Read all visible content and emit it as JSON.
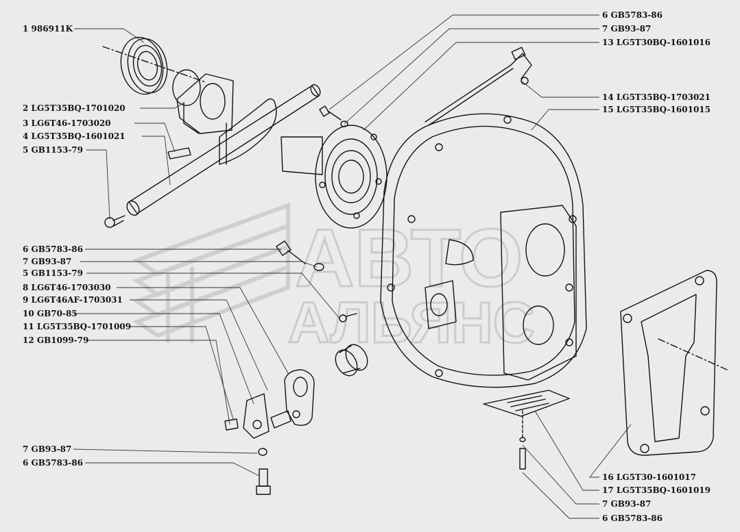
{
  "colors": {
    "background": "#ebebeb",
    "ink": "#111111",
    "watermark": "#cfcfcf"
  },
  "watermark": {
    "line1": "АВТО",
    "line2": "АЛЬЯНС"
  },
  "labels_left": [
    "1 986911K",
    "2 LG5T35BQ-1701020",
    "3 LG6T46-1703020",
    "4 LG5T35BQ-1601021",
    "5 GB1153-79",
    "6 GB5783-86",
    "7 GB93-87",
    "5 GB1153-79",
    "8 LG6T46-1703030",
    "9 LG6T46AF-1703031",
    "10 GB70-85",
    "11 LG5T35BQ-1701009",
    "12 GB1099-79",
    "7 GB93-87",
    "6 GB5783-86"
  ],
  "labels_right": [
    "6 GB5783-86",
    "7 GB93-87",
    "13 LG5T30BQ-1601016",
    "14 LG5T35BQ-1703021",
    "15 LG5T35BQ-1601015",
    "16 LG5T30-1601017",
    "17 LG5T35BQ-1601019",
    "7 GB93-87",
    "6 GB5783-86"
  ]
}
